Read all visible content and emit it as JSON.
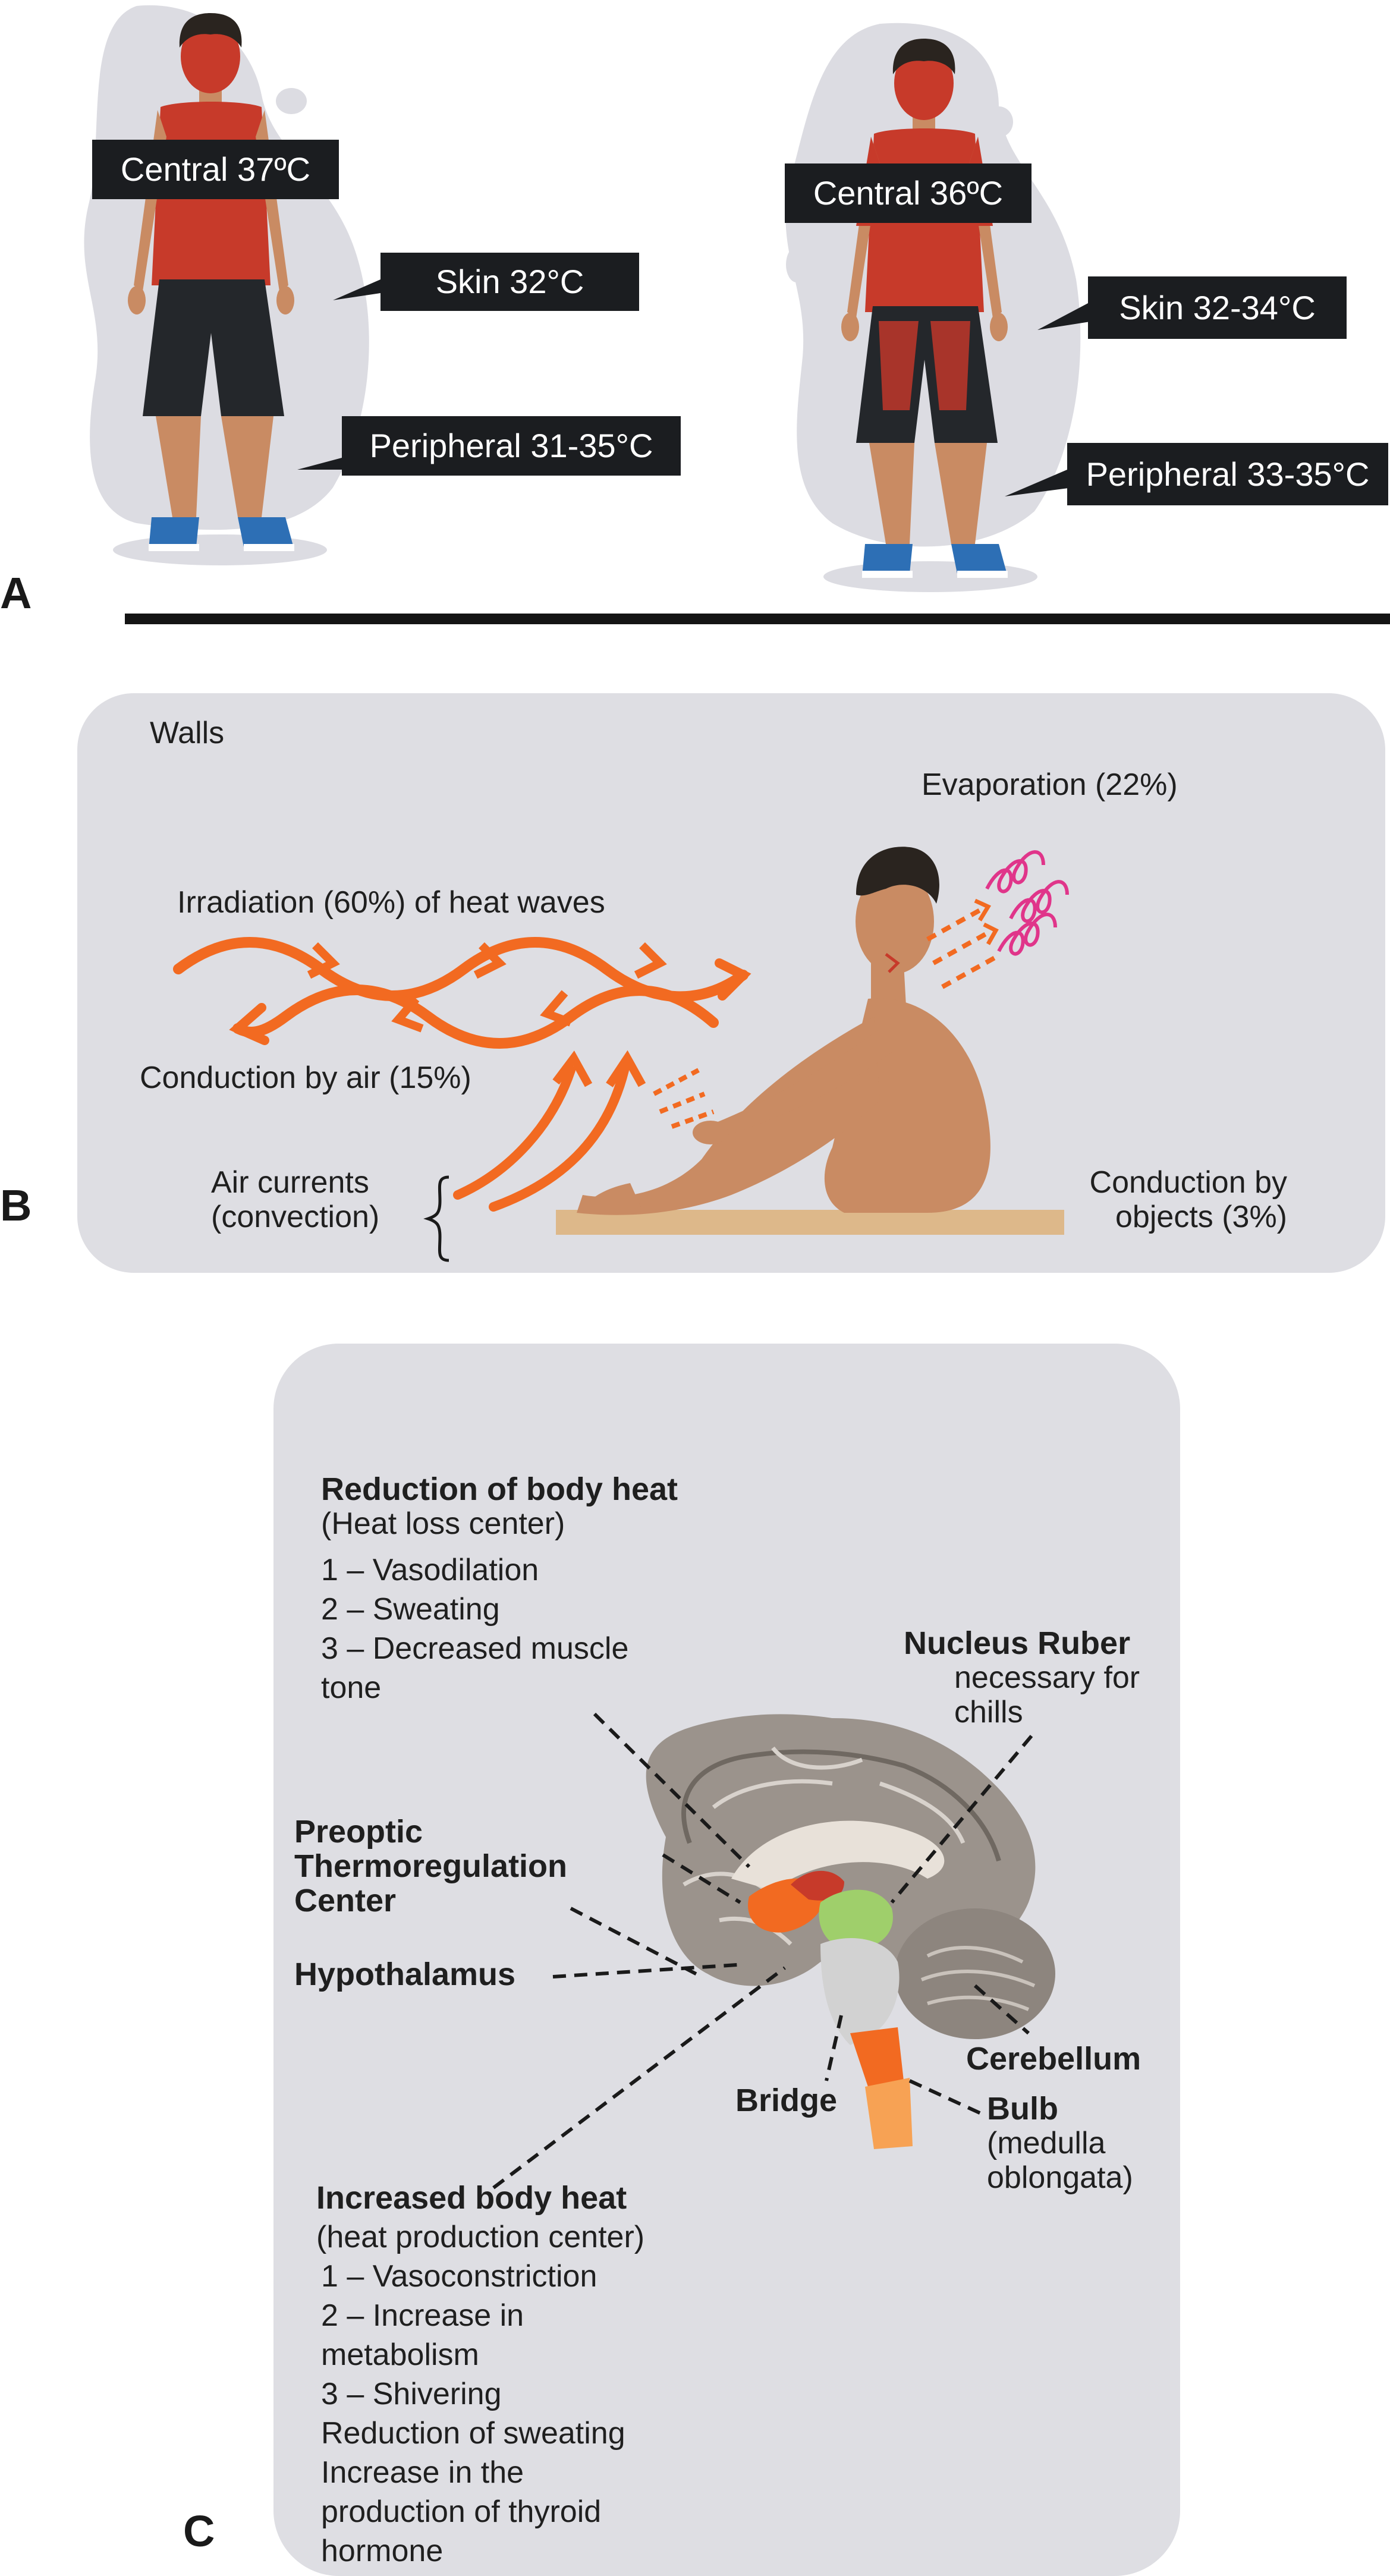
{
  "panels": {
    "a": {
      "letter": "A"
    },
    "b": {
      "letter": "B"
    },
    "c": {
      "letter": "C"
    }
  },
  "panel_a": {
    "left_figure": {
      "central": "Central 37ºC",
      "skin": "Skin 32°C",
      "peripheral": "Peripheral 31-35°C"
    },
    "right_figure": {
      "central": "Central 36ºC",
      "skin": "Skin 32-34°C",
      "peripheral": "Peripheral 33-35°C"
    }
  },
  "panel_b": {
    "walls": "Walls",
    "evaporation": "Evaporation (22%)",
    "irradiation": "Irradiation (60%) of heat waves",
    "conduction_air": "Conduction by air (15%)",
    "air_currents_line1": "Air currents",
    "air_currents_line2": "(convection)",
    "conduction_objects_line1": "Conduction by",
    "conduction_objects_line2": "objects (3%)"
  },
  "panel_c": {
    "heat_loss": {
      "title": "Reduction of body heat",
      "subtitle": "(Heat loss center)",
      "items": [
        "1 – Vasodilation",
        "2 – Sweating",
        "3 – Decreased muscle",
        "tone"
      ]
    },
    "nucleus_ruber": {
      "title": "Nucleus Ruber",
      "lines": [
        "necessary for",
        "chills"
      ]
    },
    "preoptic": [
      "Preoptic",
      "Thermoregulation",
      "Center"
    ],
    "hypothalamus": "Hypothalamus",
    "cerebellum": "Cerebellum",
    "bridge": "Bridge",
    "bulb": {
      "title": "Bulb",
      "lines": [
        "(medulla",
        "oblongata)"
      ]
    },
    "heat_gain": {
      "title": "Increased body heat",
      "lines": [
        "(heat production center)",
        "1 – Vasoconstriction",
        "2 – Increase in",
        "metabolism",
        "3 – Shivering",
        "Reduction of sweating",
        "Increase in the",
        "production of thyroid",
        "hormone"
      ]
    }
  },
  "colors": {
    "panel_bg": "#dedee3",
    "tag_bg": "#1b1d20",
    "heat_red": "#c73a2a",
    "skin": "#c98b63",
    "arrow_orange": "#f26a21",
    "evap_pink": "#e0358a",
    "floor": "#ddb88a",
    "brain_gray": "#9b938c"
  }
}
